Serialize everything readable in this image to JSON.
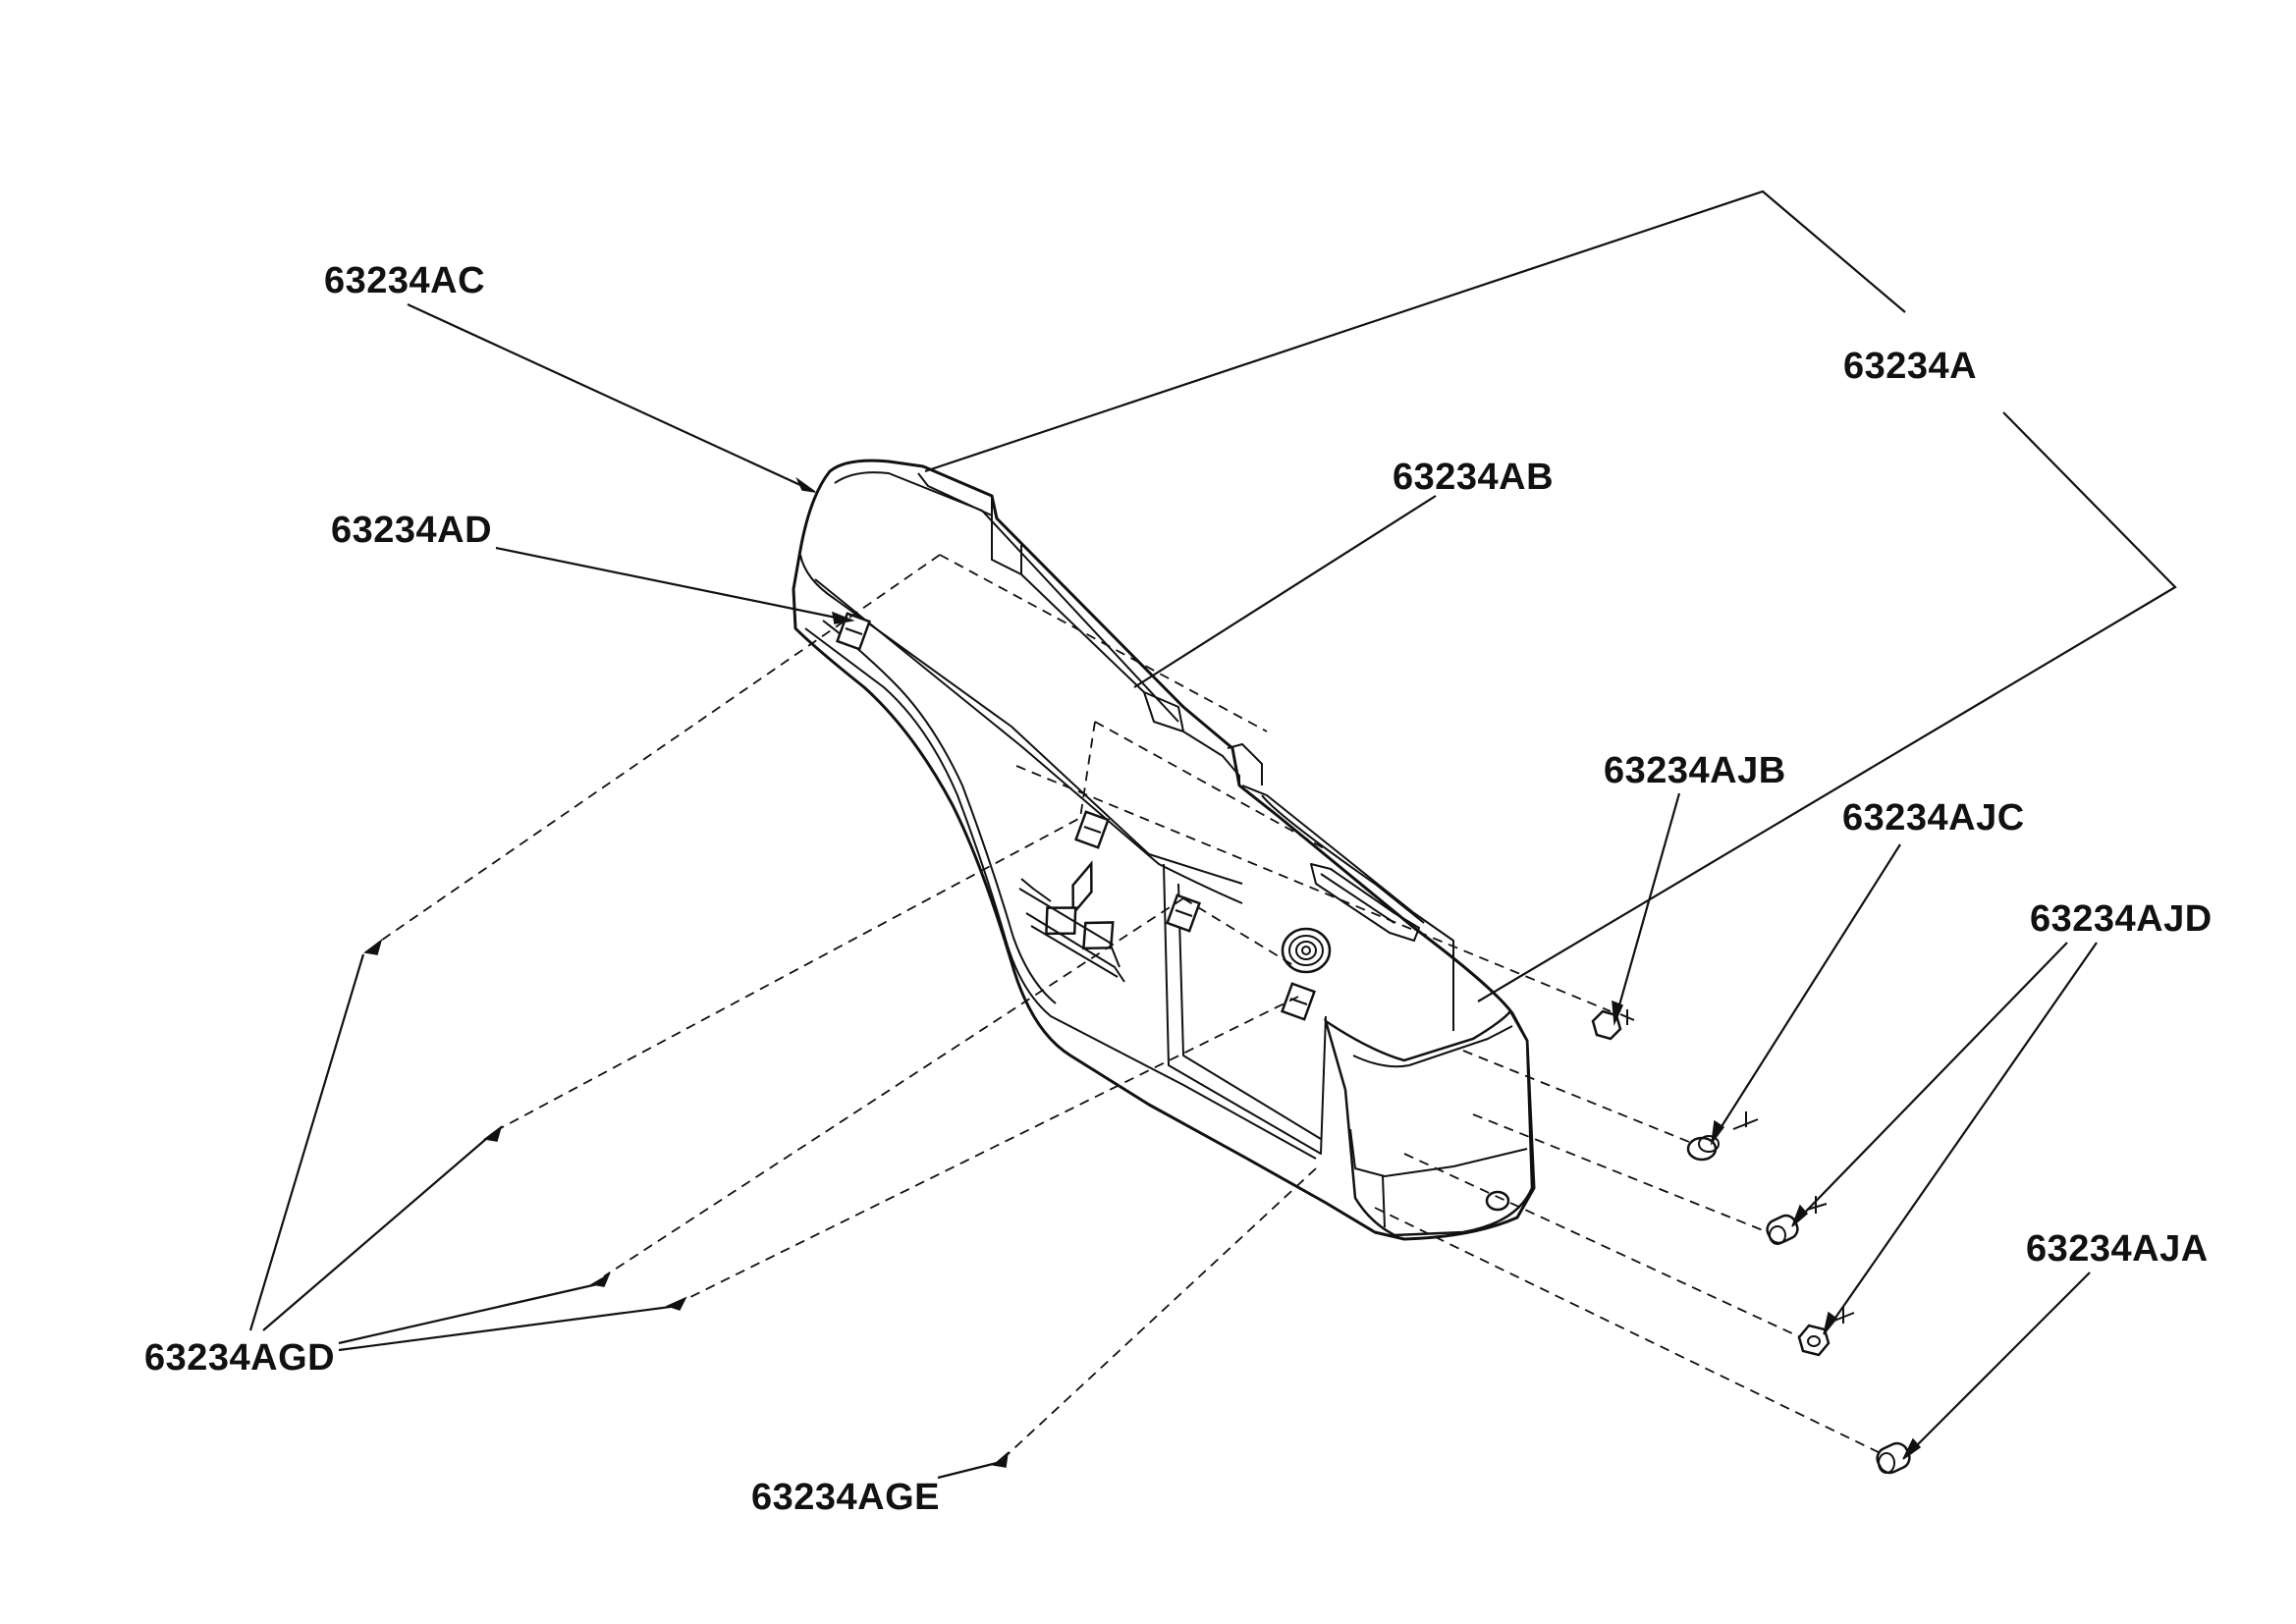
{
  "labels": {
    "assembly": "63234A",
    "cover_ac": "63234AC",
    "part_ad": "63234AD",
    "part_ab": "63234AB",
    "part_ajb": "63234AJB",
    "part_ajc": "63234AJC",
    "part_ajd": "63234AJD",
    "part_aja": "63234AJA",
    "screws_agd": "63234AGD",
    "screw_age": "63234AGE"
  },
  "icons": {
    "logo": "three-diamond-logo"
  }
}
